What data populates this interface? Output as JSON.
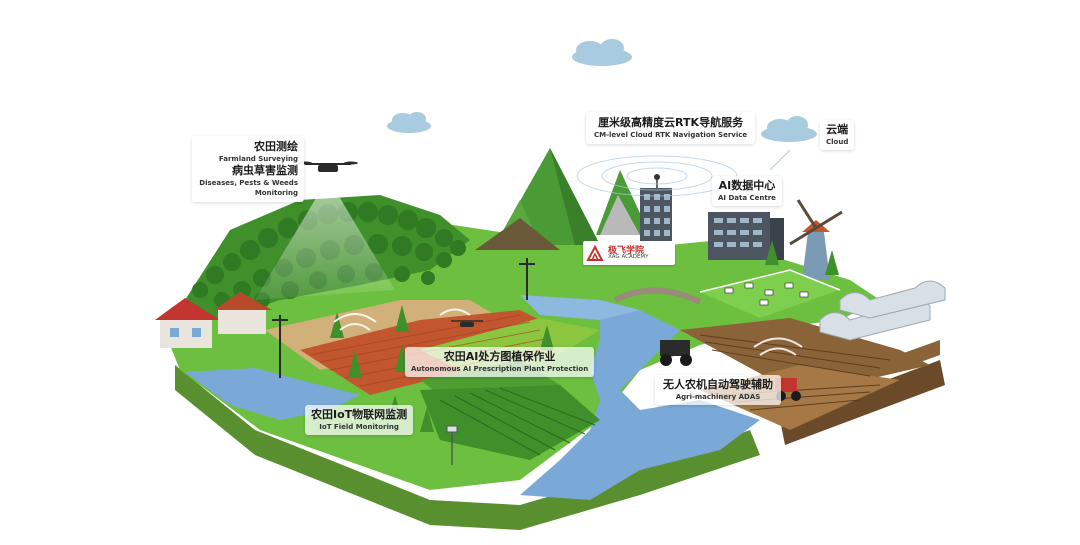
{
  "labels": {
    "farmland": {
      "title_zh": "农田测绘",
      "title_en": "Farmland Surveying",
      "sub_zh": "病虫草害监测",
      "sub_en_1": "Diseases, Pests & Weeds",
      "sub_en_2": "Monitoring"
    },
    "rtk": {
      "zh": "厘米级高精度云RTK导航服务",
      "en": "CM-level Cloud RTK Navigation Service"
    },
    "cloud": {
      "zh": "云端",
      "en": "Cloud"
    },
    "ai_data": {
      "zh": "AI数据中心",
      "en": "AI Data Centre"
    },
    "prescription": {
      "zh": "农田AI处方图植保作业",
      "en": "Autonomous AI Prescription Plant Protection"
    },
    "adas": {
      "zh": "无人农机自动驾驶辅助",
      "en": "Agri-machinery ADAS"
    },
    "iot": {
      "zh": "农田IoT物联网监测",
      "en": "IoT Field Monitoring"
    }
  },
  "logo": {
    "zh": "极飞学院",
    "en": "XAG ACADEMY",
    "icon": "xag-logo-icon"
  },
  "colors": {
    "grass": "#6cbf3f",
    "grass_dark": "#3f8f2a",
    "soil_side": "#7a5a33",
    "water": "#7aa9d8",
    "field_red": "#c2562f",
    "cloud": "#a8cbe0",
    "building": "#4d5660"
  }
}
